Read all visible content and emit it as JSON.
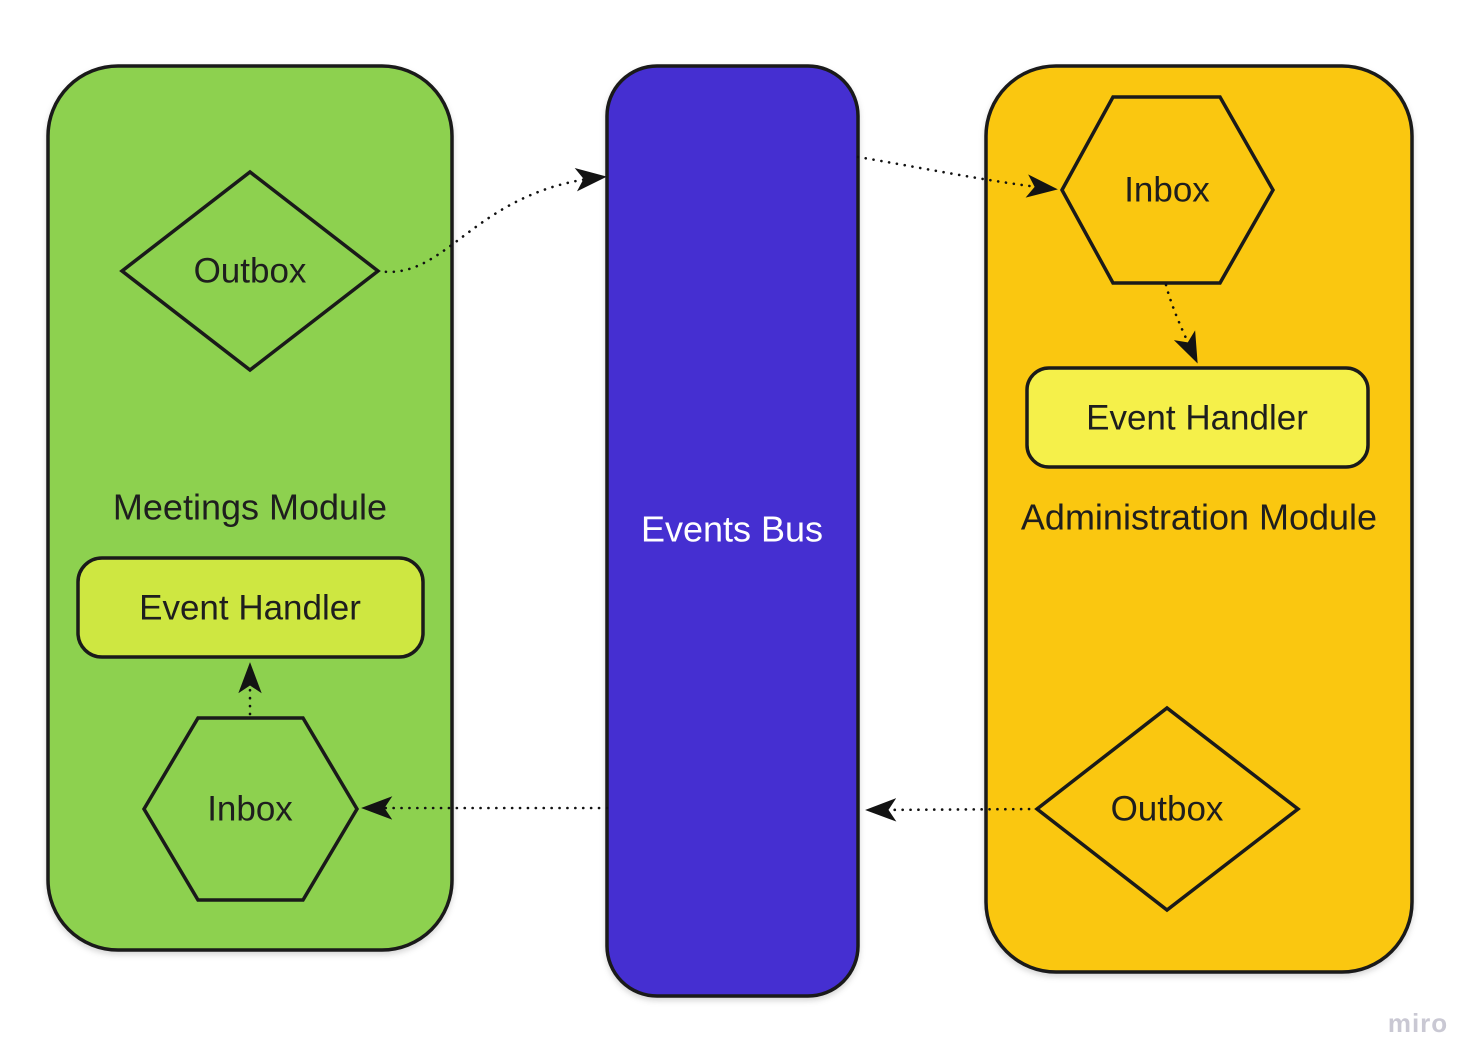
{
  "diagram": {
    "modules": {
      "meetings": {
        "label": "Meetings Module",
        "fill": "#8DD14F",
        "outbox_label": "Outbox",
        "inbox_label": "Inbox",
        "event_handler_label": "Event Handler",
        "event_handler_fill": "#CEE741"
      },
      "events_bus": {
        "label": "Events Bus",
        "fill": "#452FD1"
      },
      "administration": {
        "label": "Administration Module",
        "fill": "#FAC710",
        "inbox_label": "Inbox",
        "outbox_label": "Outbox",
        "event_handler_label": "Event Handler",
        "event_handler_fill": "#F5F04A"
      }
    },
    "connectors": [
      {
        "from": "meetings-outbox",
        "to": "events-bus",
        "style": "dotted-arrow"
      },
      {
        "from": "events-bus",
        "to": "administration-inbox",
        "style": "dotted-arrow"
      },
      {
        "from": "administration-inbox",
        "to": "administration-event-handler",
        "style": "dotted-arrow"
      },
      {
        "from": "administration-outbox",
        "to": "events-bus",
        "style": "dotted-arrow"
      },
      {
        "from": "events-bus",
        "to": "meetings-inbox",
        "style": "dotted-arrow"
      },
      {
        "from": "meetings-inbox",
        "to": "meetings-event-handler",
        "style": "dotted-arrow"
      }
    ],
    "stroke_color": "#1a1a1a",
    "text_color": "#1e1e1e"
  },
  "watermark": "miro"
}
